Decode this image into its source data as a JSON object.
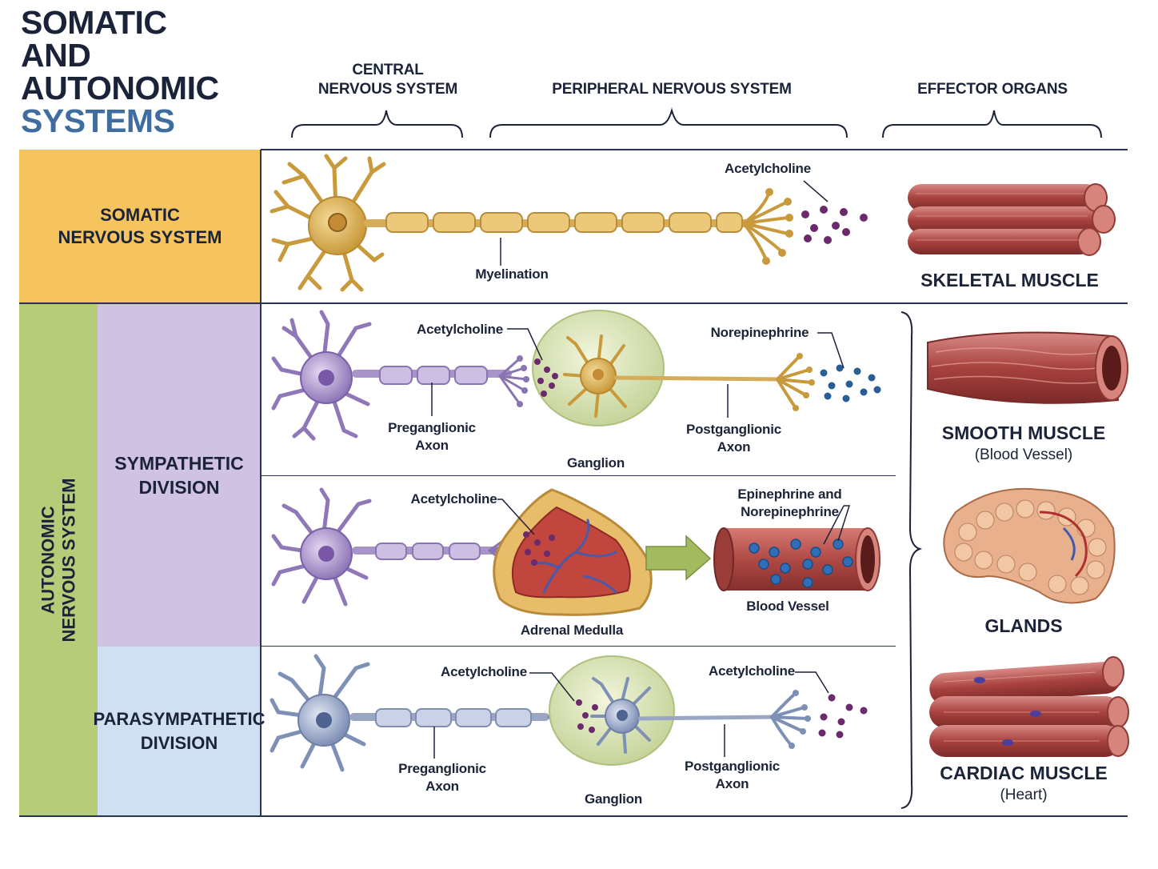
{
  "title": {
    "line1": "SOMATIC",
    "line2": "AND",
    "line3": "AUTONOMIC",
    "line4": "SYSTEMS"
  },
  "headers": {
    "cns_line1": "CENTRAL",
    "cns_line2": "NERVOUS SYSTEM",
    "pns": "PERIPHERAL NERVOUS SYSTEM",
    "effectors": "EFFECTOR ORGANS"
  },
  "rows": {
    "somatic": {
      "line1": "SOMATIC",
      "line2": "NERVOUS SYSTEM"
    },
    "autonomic": {
      "line1": "AUTONOMIC",
      "line2": "NERVOUS SYSTEM"
    },
    "sympathetic": {
      "line1": "SYMPATHETIC",
      "line2": "DIVISION"
    },
    "parasympathetic": {
      "line1": "PARASYMPATHETIC",
      "line2": "DIVISION"
    }
  },
  "labels": {
    "somatic_ach": "Acetylcholine",
    "myelination": "Myelination",
    "symp_ach": "Acetylcholine",
    "norepinephrine": "Norepinephrine",
    "symp_pre_line1": "Preganglionic",
    "symp_pre_line2": "Axon",
    "symp_post_line1": "Postganglionic",
    "symp_post_line2": "Axon",
    "symp_ganglion": "Ganglion",
    "adrenal_ach": "Acetylcholine",
    "epi_line1": "Epinephrine and",
    "epi_line2": "Norepinephrine",
    "adrenal_medulla": "Adrenal Medulla",
    "blood_vessel": "Blood Vessel",
    "para_ach1": "Acetylcholine",
    "para_ach2": "Acetylcholine",
    "para_pre_line1": "Preganglionic",
    "para_pre_line2": "Axon",
    "para_post_line1": "Postganglionic",
    "para_post_line2": "Axon",
    "para_ganglion": "Ganglion"
  },
  "effectors": {
    "skeletal": "SKELETAL MUSCLE",
    "smooth": "SMOOTH MUSCLE",
    "smooth_sub": "(Blood Vessel)",
    "glands": "GLANDS",
    "cardiac": "CARDIAC MUSCLE",
    "cardiac_sub": "(Heart)"
  },
  "colors": {
    "somatic_cell": "#f5c45e",
    "autonomic_cell": "#b6cc78",
    "sympathetic_cell": "#cfc2e2",
    "parasympathetic_cell": "#cfe0f2",
    "title_dark": "#1b2338",
    "title_blue": "#3f6da0",
    "acetylcholine": "#6b2a6b",
    "norepinephrine": "#2a5d95"
  }
}
